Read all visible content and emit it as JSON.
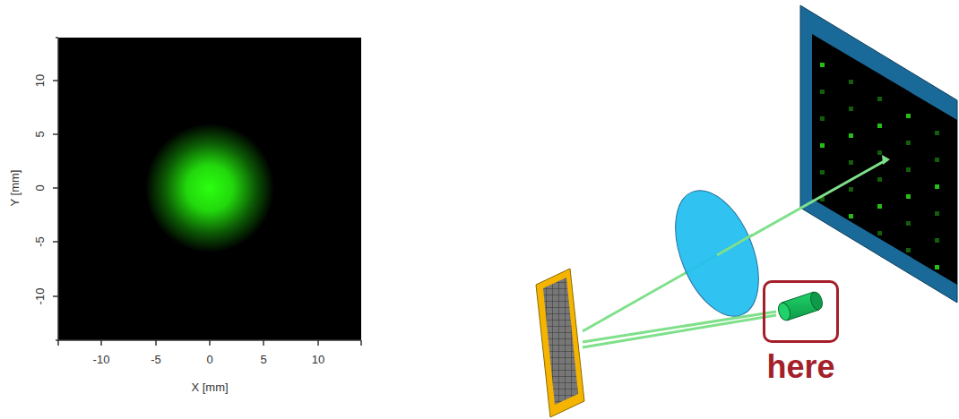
{
  "diagram": {
    "nodes": [
      {
        "text": [
          "here"
        ]
      }
    ],
    "labels": [
      "-10",
      "-5",
      "0",
      "5",
      "10",
      "10",
      "5",
      "0",
      "-5",
      "-10",
      "X [mm]",
      "Y [mm]"
    ]
  }
}
